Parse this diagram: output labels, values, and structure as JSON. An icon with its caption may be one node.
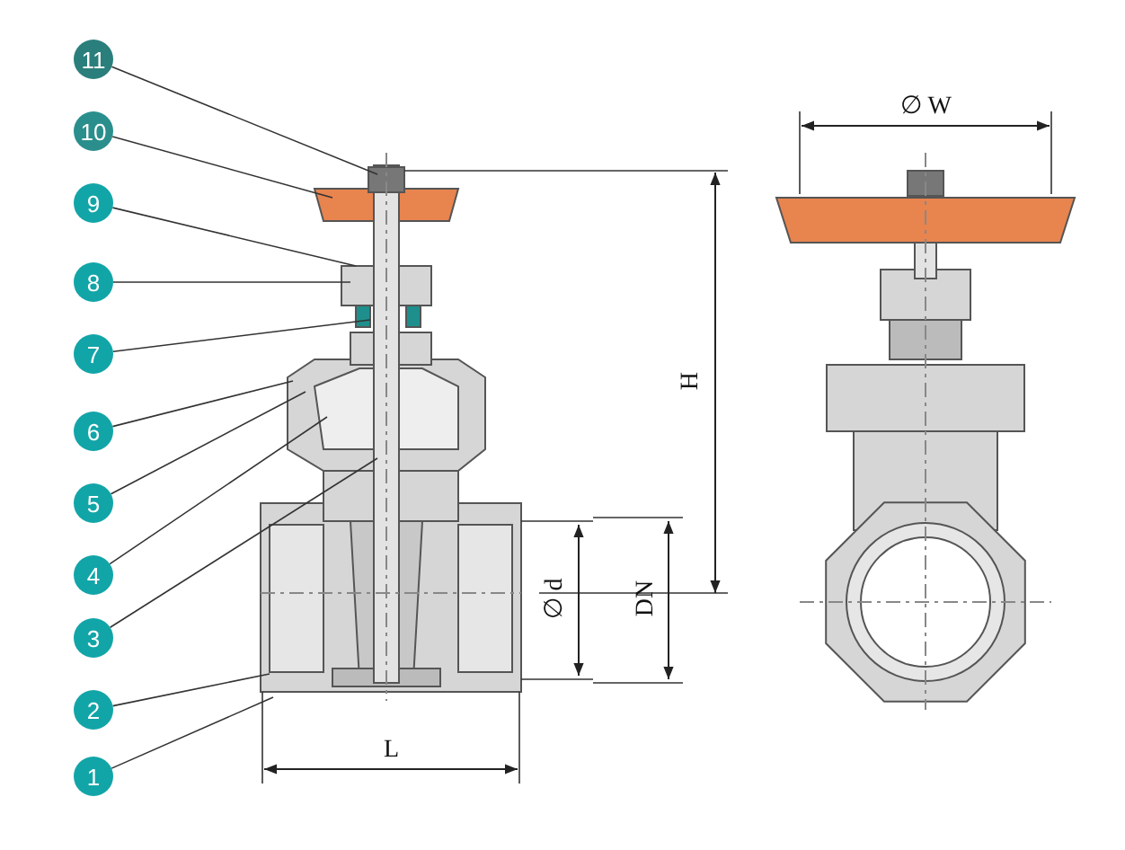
{
  "diagram": {
    "nodes": [
      {
        "text": [
          "11"
        ]
      },
      {
        "text": [
          "10"
        ]
      },
      {
        "text": [
          "9"
        ]
      },
      {
        "text": [
          "8"
        ]
      },
      {
        "text": [
          "7"
        ]
      },
      {
        "text": [
          "6"
        ]
      },
      {
        "text": [
          "5"
        ]
      },
      {
        "text": [
          "4"
        ]
      },
      {
        "text": [
          "3"
        ]
      },
      {
        "text": [
          "2"
        ]
      },
      {
        "text": [
          "1"
        ]
      }
    ],
    "edges": [
      {
        "from": 0,
        "to": null,
        "arrow": "none"
      },
      {
        "from": 1,
        "to": null,
        "arrow": "none"
      },
      {
        "from": 2,
        "to": null,
        "arrow": "none"
      },
      {
        "from": 3,
        "to": null,
        "arrow": "none"
      },
      {
        "from": 4,
        "to": null,
        "arrow": "none"
      },
      {
        "from": 5,
        "to": null,
        "arrow": "none"
      },
      {
        "from": 6,
        "to": null,
        "arrow": "none"
      },
      {
        "from": 7,
        "to": null,
        "arrow": "none"
      },
      {
        "from": 8,
        "to": null,
        "arrow": "none"
      },
      {
        "from": 9,
        "to": null,
        "arrow": "none"
      },
      {
        "from": 10,
        "to": null,
        "arrow": "none"
      }
    ],
    "labels": [
      "∅ W",
      "H",
      "∅ d",
      "DN",
      "L"
    ]
  }
}
